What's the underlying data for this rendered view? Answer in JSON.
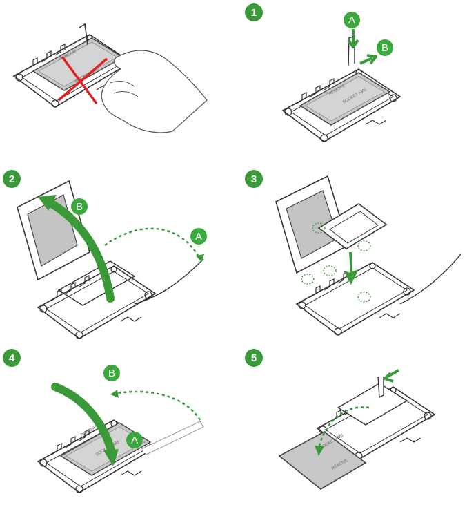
{
  "steps": [
    {
      "number": "1",
      "letters": [
        "A",
        "B"
      ]
    },
    {
      "number": "2",
      "letters": [
        "B",
        "A"
      ]
    },
    {
      "number": "3",
      "letters": []
    },
    {
      "number": "4",
      "letters": [
        "B",
        "A"
      ]
    },
    {
      "number": "5",
      "letters": []
    }
  ],
  "cpu_marking": {
    "line1": "SOCKET AM5",
    "line2": "REMOVE"
  },
  "colors": {
    "green": "#3a9a3a",
    "warning_red": "#e02020",
    "outline": "#333333"
  }
}
